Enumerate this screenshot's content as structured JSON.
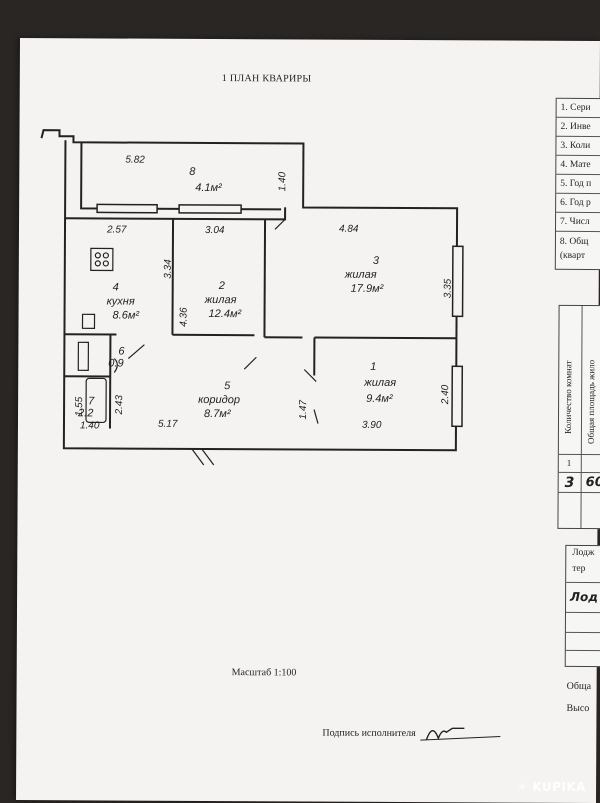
{
  "title": "1  ПЛАН КВАРИРЫ",
  "scale": "Масштаб 1:100",
  "signature_label": "Подпись исполнителя",
  "rooms": {
    "r8": {
      "num": "8",
      "area": "4.1м²"
    },
    "r4": {
      "num": "4",
      "name": "кухня",
      "area": "8.6м²"
    },
    "r2": {
      "num": "2",
      "name": "жилая",
      "area": "12.4м²"
    },
    "r3": {
      "num": "3",
      "name": "жилая",
      "area": "17.9м²"
    },
    "r1": {
      "num": "1",
      "name": "жилая",
      "area": "9.4м²"
    },
    "r5": {
      "num": "5",
      "name": "коридор",
      "area": "8.7м²"
    },
    "r6": {
      "num": "6",
      "area": "0.9"
    },
    "r7": {
      "num": "7",
      "area": "2.2"
    }
  },
  "dims": {
    "d582": "5.82",
    "d140a": "1.40",
    "d257": "2.57",
    "d304": "3.04",
    "d484": "4.84",
    "d334": "3.34",
    "d436": "4.36",
    "d335": "3.35",
    "d240": "2.40",
    "d147": "1.47",
    "d243": "2.43",
    "d155": "1.55",
    "d140b": "1.40",
    "d517": "5.17",
    "d390": "3.90"
  },
  "table1": {
    "rows": [
      "1.  Сери",
      "2. Инве",
      "3. Коли",
      "4. Мате",
      "5. Год п",
      "6. Год р",
      "7. Числ",
      "8. Общ"
    ],
    "row8_extra": "(кварт"
  },
  "table2": {
    "h1": "Количество комнат",
    "h2": "Общая площадь жило",
    "c1": "1",
    "v1": "3",
    "v2": "60"
  },
  "table3": {
    "h1": "Лодж",
    "h2": "тер",
    "v1": "Лод"
  },
  "footer": {
    "f1": "Обща",
    "f2": "Высо"
  },
  "watermark": "KUPIKA"
}
